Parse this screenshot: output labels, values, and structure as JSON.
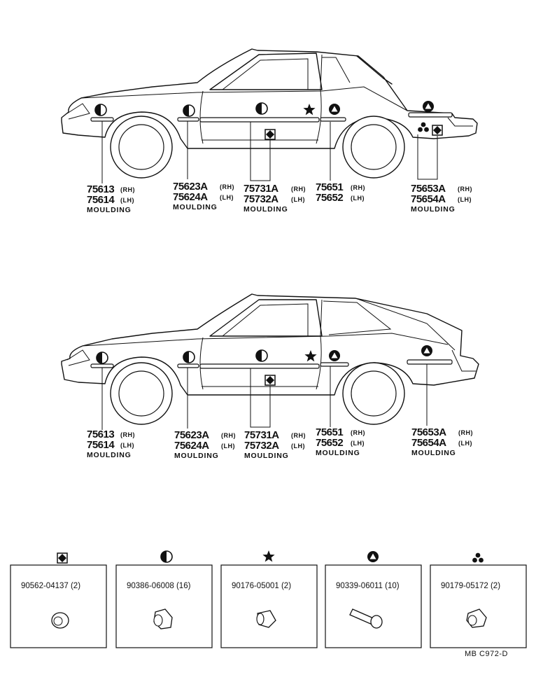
{
  "symbols": {
    "diamond": "diamond-square-symbol",
    "half_circle": "half-circle-symbol",
    "star": "star-symbol",
    "triangle": "triangle-circle-symbol",
    "three_dots": "three-dots-symbol"
  },
  "coupe": {
    "callouts": [
      {
        "part_rh": "75613",
        "rh": "(RH)",
        "part_lh": "75614",
        "lh": "(LH)",
        "desc": "MOULDING"
      },
      {
        "part_rh": "75623A",
        "rh": "(RH)",
        "part_lh": "75624A",
        "lh": "(LH)",
        "desc": "MOULDING"
      },
      {
        "part_rh": "75731A",
        "rh": "(RH)",
        "part_lh": "75732A",
        "lh": "(LH)",
        "desc": "MOULDING"
      },
      {
        "part_rh": "75651",
        "rh": "(RH)",
        "part_lh": "75652",
        "lh": "(LH)",
        "desc": ""
      },
      {
        "part_rh": "75653A",
        "rh": "(RH)",
        "part_lh": "75654A",
        "lh": "(LH)",
        "desc": "MOULDING"
      }
    ]
  },
  "liftback": {
    "callouts": [
      {
        "part_rh": "75613",
        "rh": "(RH)",
        "part_lh": "75614",
        "lh": "(LH)",
        "desc": "MOULDING"
      },
      {
        "part_rh": "75623A",
        "rh": "(RH)",
        "part_lh": "75624A",
        "lh": "(LH)",
        "desc": "MOULDING"
      },
      {
        "part_rh": "75731A",
        "rh": "(RH)",
        "part_lh": "75732A",
        "lh": "(LH)",
        "desc": "MOULDING"
      },
      {
        "part_rh": "75651",
        "rh": "(RH)",
        "part_lh": "75652",
        "lh": "(LH)",
        "desc": "MOULDING"
      },
      {
        "part_rh": "75653A",
        "rh": "(RH)",
        "part_lh": "75654A",
        "lh": "(LH)",
        "desc": "MOULDING"
      }
    ]
  },
  "fasteners": [
    {
      "symbol": "diamond-square-symbol",
      "part": "90562-04137 (2)"
    },
    {
      "symbol": "half-circle-symbol",
      "part": "90386-06008 (16)"
    },
    {
      "symbol": "star-symbol",
      "part": "90176-05001 (2)"
    },
    {
      "symbol": "triangle-circle-symbol",
      "part": "90339-06011 (10)"
    },
    {
      "symbol": "three-dots-symbol",
      "part": "90179-05172 (2)"
    }
  ],
  "drawing_code": "MB  C972-D"
}
